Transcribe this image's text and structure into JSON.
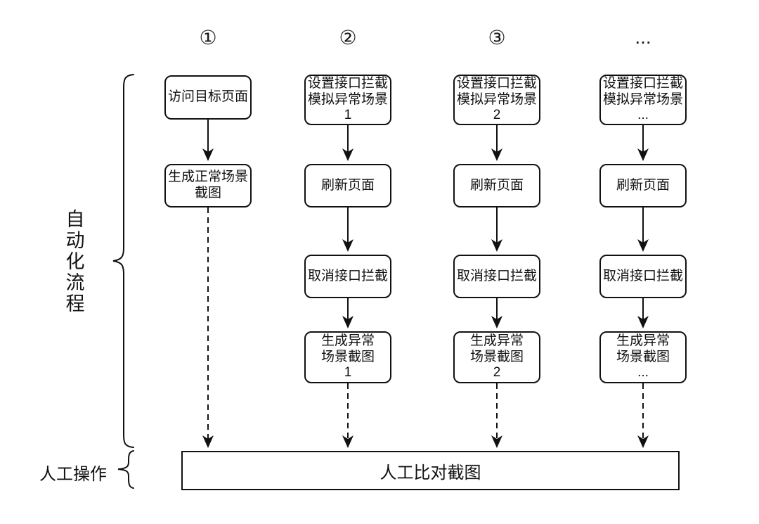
{
  "diagram_title": "automated-screenshot-comparison-flow",
  "colors": {
    "stroke": "#111111",
    "background": "#ffffff"
  },
  "left_labels": {
    "automation_group": "自动化流程",
    "manual_group": "人工操作"
  },
  "columns": [
    {
      "header": "①",
      "steps": [
        "访问目标页面",
        "生成正常场景\n截图"
      ]
    },
    {
      "header": "②",
      "steps": [
        "设置接口拦截\n模拟异常场景\n1",
        "刷新页面",
        "取消接口拦截",
        "生成异常\n场景截图\n1"
      ]
    },
    {
      "header": "③",
      "steps": [
        "设置接口拦截\n模拟异常场景\n2",
        "刷新页面",
        "取消接口拦截",
        "生成异常\n场景截图\n2"
      ]
    },
    {
      "header": "...",
      "steps": [
        "设置接口拦截\n模拟异常场景\n...",
        "刷新页面",
        "取消接口拦截",
        "生成异常\n场景截图\n..."
      ]
    }
  ],
  "bottom_box": {
    "label": "人工比对截图"
  }
}
